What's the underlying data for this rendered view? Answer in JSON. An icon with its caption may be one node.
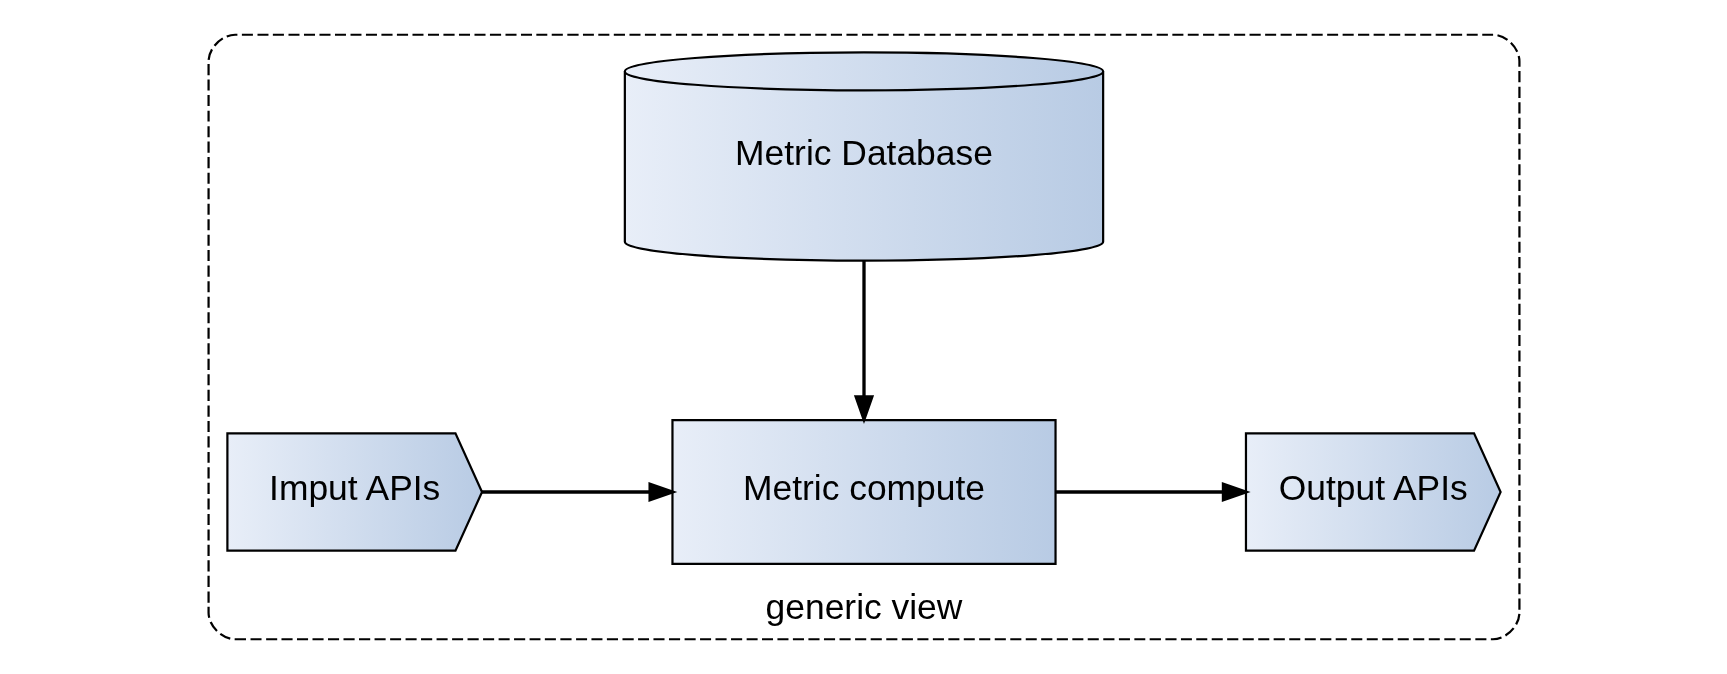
{
  "diagram": {
    "nodes": [
      {
        "text": [
          "generic view"
        ]
      },
      {
        "text": [
          "Metric Database"
        ],
        "in": 0
      },
      {
        "text": [
          "Imput APIs"
        ],
        "in": 0
      },
      {
        "text": [
          "Metric compute"
        ],
        "in": 0
      },
      {
        "text": [
          "Output APIs"
        ],
        "in": 0
      }
    ],
    "edges": [
      {
        "from": 1,
        "to": 3,
        "arrow": "to"
      },
      {
        "from": 2,
        "to": 3,
        "arrow": "to"
      },
      {
        "from": 3,
        "to": 4,
        "arrow": "to"
      }
    ]
  }
}
